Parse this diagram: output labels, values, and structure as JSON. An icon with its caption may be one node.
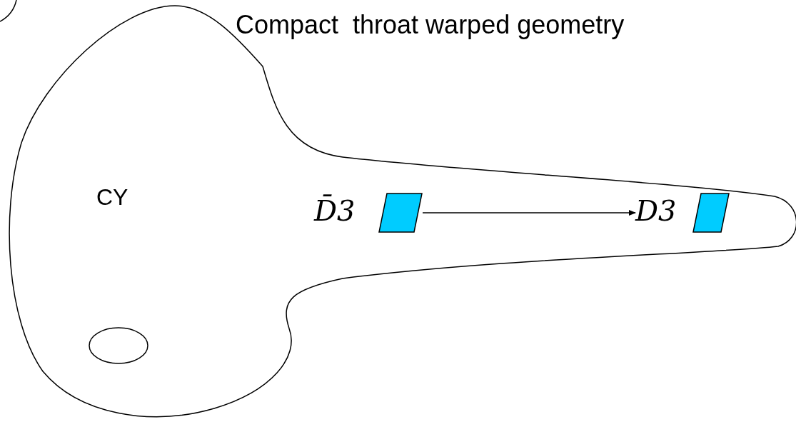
{
  "diagram": {
    "title": "Compact  throat warped geometry",
    "nodes": [
      {
        "text": [
          "CY"
        ]
      },
      {
        "text": [
          "D̄3"
        ],
        "in": 0
      },
      {
        "text": [
          "D3"
        ],
        "in": 0
      },
      {
        "text": [],
        "shape": "ellipse",
        "in": 0
      }
    ],
    "edges": [
      {
        "from": 1,
        "to": 2,
        "arrow": "to"
      }
    ]
  }
}
